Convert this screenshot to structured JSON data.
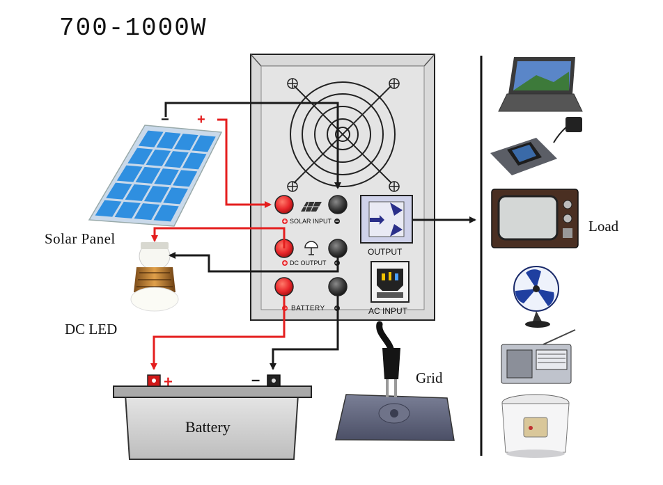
{
  "title": "700-1000W",
  "labels": {
    "solar_panel": "Solar Panel",
    "dc_led": "DC LED",
    "battery": "Battery",
    "grid": "Grid",
    "load": "Load"
  },
  "inverter": {
    "solar_input": "SOLAR INPUT",
    "dc_output": "DC OUTPUT",
    "battery": "BATTERY",
    "output": "OUTPUT",
    "ac_input": "AC INPUT"
  },
  "polarity": {
    "plus": "+",
    "minus": "−",
    "minus_short": "–"
  },
  "loads": [
    "laptop",
    "phone-charger",
    "television",
    "electric-fan",
    "radio",
    "rice-cooker"
  ],
  "colors": {
    "positive_wire": "#e41e1e",
    "negative_wire": "#1a1a1a",
    "terminal_red": "#e8262a",
    "terminal_black": "#2b2b2b",
    "panel_blue": "#2f8fe0",
    "case_gray": "#dcdcdc"
  }
}
